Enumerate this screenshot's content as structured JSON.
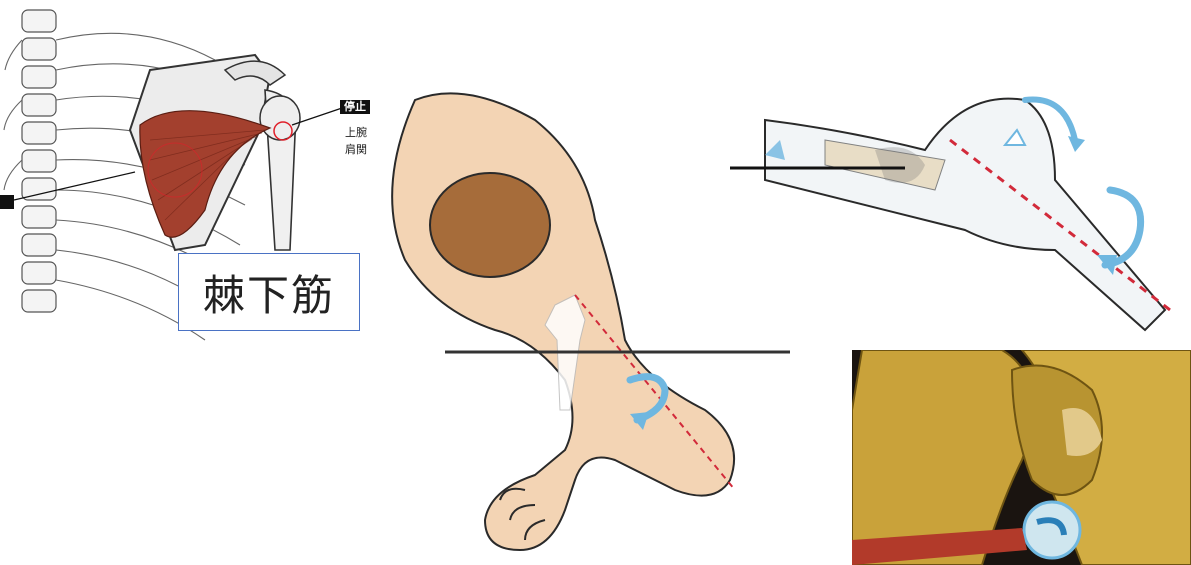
{
  "muscle_label": "棘下筋",
  "insertion_tag": "停止",
  "insertion_line1": "上腕",
  "insertion_line2": "肩関",
  "colors": {
    "muscle": "#a3402e",
    "skin": "#f3d4b4",
    "hair": "#a66c3a",
    "arrow": "#6fb7e0",
    "axis_dash": "#d22a3a",
    "label_border": "#4a72c4",
    "socket_bone": "#c9a23a"
  },
  "icons": [
    "rotation-arrow-icon",
    "rotation-arrow-icon",
    "rotation-arrow-icon"
  ]
}
